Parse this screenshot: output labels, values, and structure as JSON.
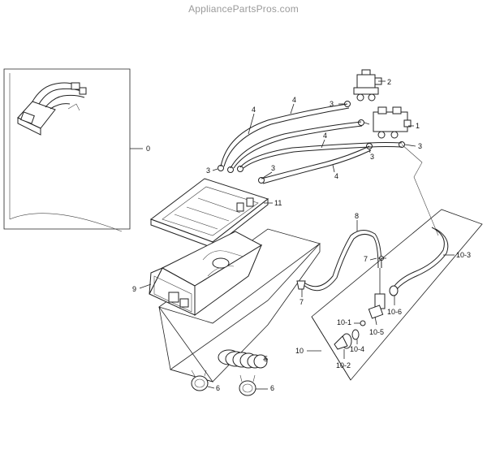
{
  "watermark": "AppliancePartsPros.com",
  "labels": {
    "p0": "0",
    "p1": "1",
    "p2": "2",
    "p3a": "3",
    "p3b": "3",
    "p3c": "3",
    "p3d": "3",
    "p3e": "3",
    "p4a": "4",
    "p4b": "4",
    "p4c": "4",
    "p4d": "4",
    "p5": "5",
    "p6a": "6",
    "p6b": "6",
    "p7a": "7",
    "p7b": "7",
    "p8": "8",
    "p9": "9",
    "p10": "10",
    "p10_1": "10-1",
    "p10_2": "10-2",
    "p10_3": "10-3",
    "p10_4": "10-4",
    "p10_5": "10-5",
    "p10_6": "10-6",
    "p11": "11"
  }
}
